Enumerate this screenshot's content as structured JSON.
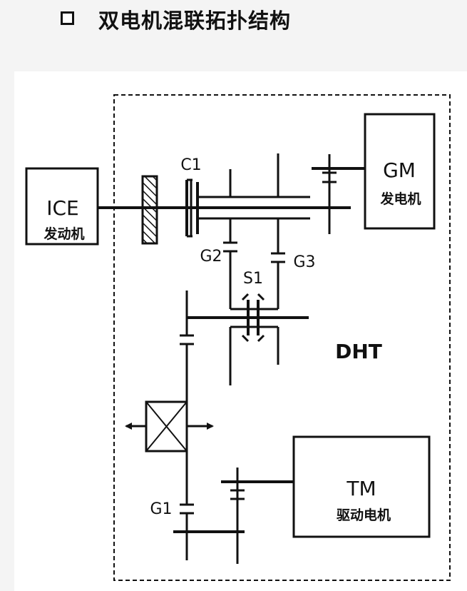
{
  "header": {
    "title": "双电机混联拓扑结构"
  },
  "diagram": {
    "ice": {
      "name": "ICE",
      "sub": "发动机"
    },
    "gm": {
      "name": "GM",
      "sub": "发电机"
    },
    "tm": {
      "name": "TM",
      "sub": "驱动电机"
    },
    "dht_label": "DHT",
    "components": {
      "c1": "C1",
      "g1": "G1",
      "g2": "G2",
      "g3": "G3",
      "s1": "S1"
    }
  },
  "colors": {
    "line": "#111111",
    "background": "#ffffff",
    "page": "#f4f4f4"
  }
}
